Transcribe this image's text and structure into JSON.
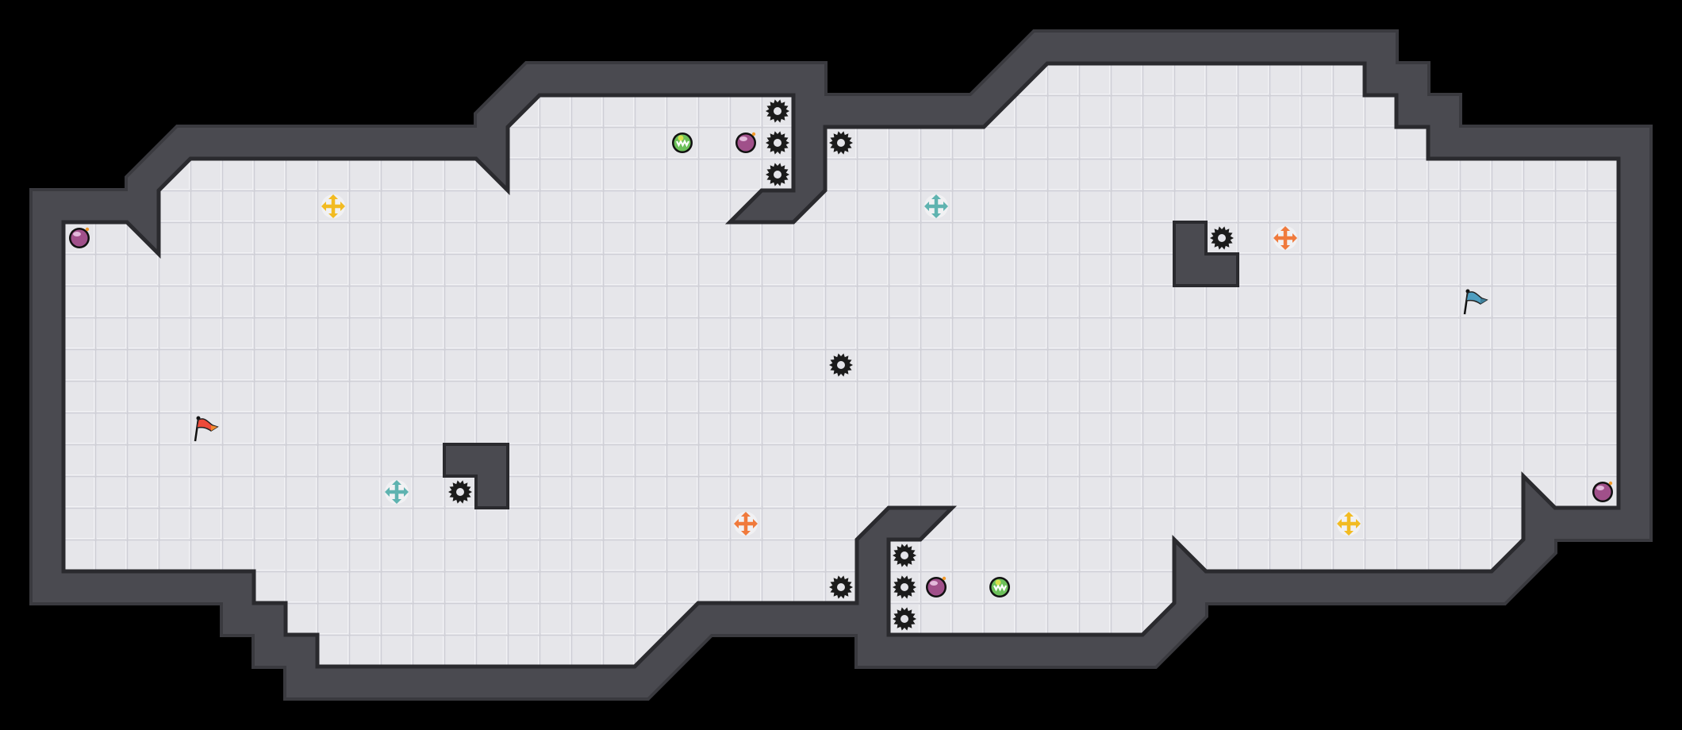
{
  "level": {
    "colors": {
      "background": "#000000",
      "wall": "#4a4a50",
      "wall_edge": "#2a2a2e",
      "floor": "#e4e4e9",
      "floor_line": "#cfcfd6"
    },
    "entity_types": {
      "gear": {
        "name": "spike-gear",
        "color": "#1b1b1b"
      },
      "purple_ball": {
        "name": "purple-bomb-ball",
        "color": "#a0508a"
      },
      "green_ball": {
        "name": "green-zigzag-ball",
        "color": "#6cc05a"
      },
      "yellow_arrows": {
        "name": "yellow-move-arrows",
        "color": "#f2bb22"
      },
      "teal_arrows": {
        "name": "teal-move-arrows",
        "color": "#5fb3b0"
      },
      "orange_arrows": {
        "name": "orange-move-arrows",
        "color": "#f07a3c"
      },
      "red_flag": {
        "name": "red-flag",
        "color": "#ee4a3a"
      },
      "blue_flag": {
        "name": "blue-flag",
        "color": "#4f9ec0"
      }
    },
    "entities": [
      {
        "type": "purple_ball"
      },
      {
        "type": "yellow_arrows"
      },
      {
        "type": "green_ball"
      },
      {
        "type": "purple_ball"
      },
      {
        "type": "gear"
      },
      {
        "type": "gear"
      },
      {
        "type": "gear"
      },
      {
        "type": "gear"
      },
      {
        "type": "teal_arrows"
      },
      {
        "type": "gear"
      },
      {
        "type": "orange_arrows"
      },
      {
        "type": "blue_flag"
      },
      {
        "type": "gear"
      },
      {
        "type": "red_flag"
      },
      {
        "type": "teal_arrows"
      },
      {
        "type": "gear"
      },
      {
        "type": "orange_arrows"
      },
      {
        "type": "yellow_arrows"
      },
      {
        "type": "purple_ball"
      },
      {
        "type": "gear"
      },
      {
        "type": "gear"
      },
      {
        "type": "gear"
      },
      {
        "type": "gear"
      },
      {
        "type": "purple_ball"
      },
      {
        "type": "green_ball"
      }
    ]
  }
}
